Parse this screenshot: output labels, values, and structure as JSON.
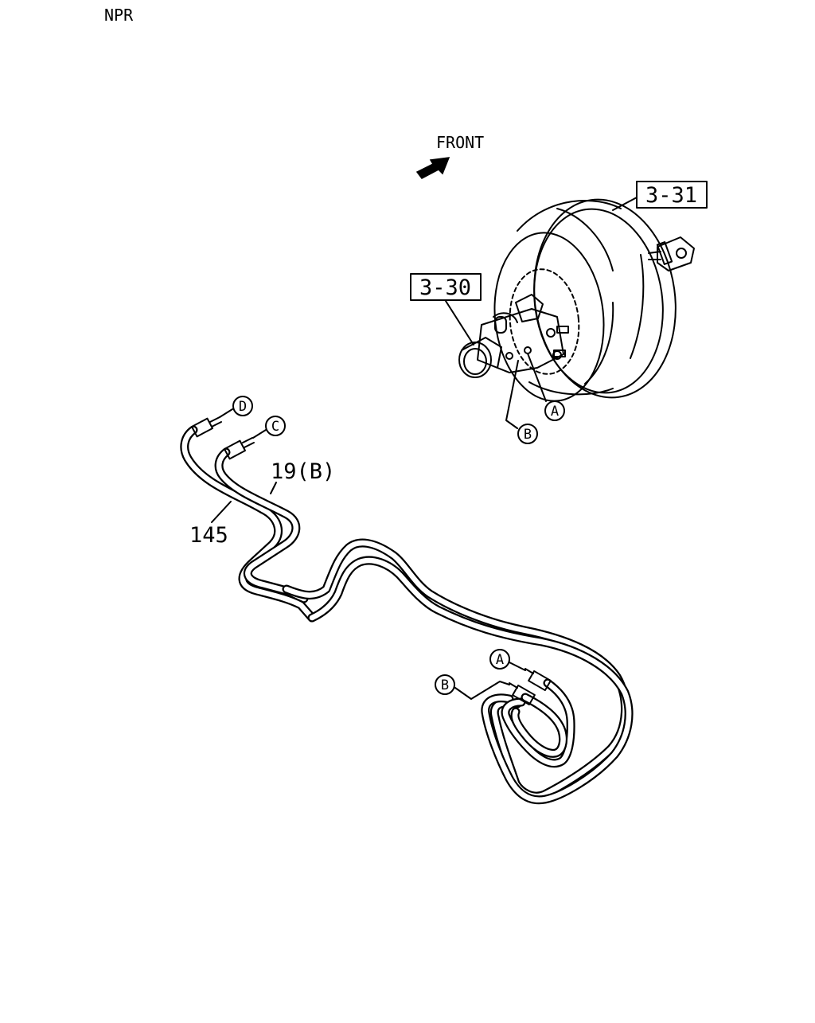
{
  "header": {
    "model": "NPR"
  },
  "diagram": {
    "front_label": "FRONT",
    "ref_booster": "3-31",
    "ref_master_cylinder": "3-30",
    "part_pipe_a": "145",
    "part_pipe_b": "19(B)",
    "callouts": {
      "a_master": "A",
      "b_master": "B",
      "c": "C",
      "d": "D",
      "a_pipe": "A",
      "b_pipe": "B"
    }
  },
  "icons": {
    "direction": "front-arrow-icon"
  }
}
